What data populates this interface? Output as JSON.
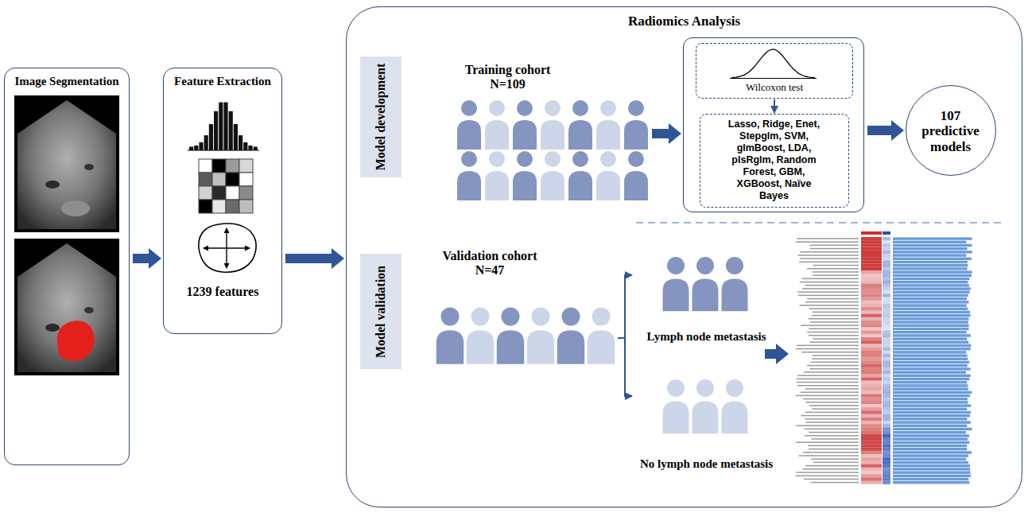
{
  "diagram": {
    "nodes": [
      {
        "text": [
          "Image Segmentation"
        ]
      },
      {
        "text": [
          "Feature Extraction",
          "1239 features"
        ]
      },
      {
        "text": [
          "Radiomics Analysis"
        ]
      },
      {
        "text": [
          "Model development"
        ],
        "in": 2
      },
      {
        "text": [
          "Training cohort N=109"
        ],
        "in": 2
      },
      {
        "text": [],
        "in": 2
      },
      {
        "text": [
          "Wilcoxon test"
        ],
        "in": 5
      },
      {
        "text": [
          "Lasso, Ridge, Enet, Stepglm, SVM, glmBoost, LDA, plsRglm, Random Forest, GBM, XGBoost, Naïve Bayes"
        ],
        "in": 5
      },
      {
        "text": [
          "107 predictive models"
        ],
        "in": 2
      },
      {
        "text": [
          "Model validation"
        ],
        "in": 2
      },
      {
        "text": [
          "Validation cohort N=47"
        ],
        "in": 2
      },
      {
        "text": [
          "Lymph node metastasis"
        ],
        "in": 2
      },
      {
        "text": [
          "No lymph node metastasis"
        ],
        "in": 2
      }
    ],
    "edges": [
      {
        "from": 0,
        "to": 1,
        "arrow": "to"
      },
      {
        "from": 1,
        "to": 2,
        "arrow": "to"
      },
      {
        "from": 4,
        "to": 5,
        "arrow": "to"
      },
      {
        "from": 6,
        "to": 7,
        "arrow": "to"
      },
      {
        "from": 5,
        "to": 8,
        "arrow": "to"
      },
      {
        "from": 10,
        "to": 11,
        "arrow": "to"
      },
      {
        "from": 10,
        "to": 12,
        "arrow": "to"
      }
    ]
  }
}
